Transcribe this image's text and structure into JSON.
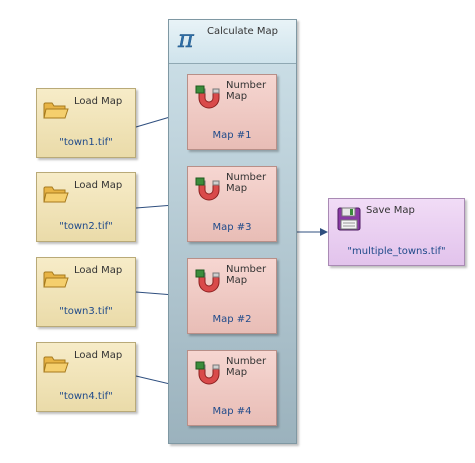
{
  "load_nodes": [
    {
      "title": "Load Map",
      "value": "\"town1.tif\""
    },
    {
      "title": "Load Map",
      "value": "\"town2.tif\""
    },
    {
      "title": "Load Map",
      "value": "\"town3.tif\""
    },
    {
      "title": "Load Map",
      "value": "\"town4.tif\""
    }
  ],
  "calculate": {
    "title": "Calculate Map",
    "icon": "pi-icon"
  },
  "number_nodes": [
    {
      "title": "Number Map",
      "value": "Map #1"
    },
    {
      "title": "Number Map",
      "value": "Map #3"
    },
    {
      "title": "Number Map",
      "value": "Map #2"
    },
    {
      "title": "Number Map",
      "value": "Map #4"
    }
  ],
  "save": {
    "title": "Save Map",
    "value": "\"multiple_towns.tif\""
  },
  "colors": {
    "load_fill": "#eadba9",
    "calc_fill": "#9bb2bd",
    "number_fill": "#e8bdb6",
    "save_fill": "#e2c3ec",
    "edge": "#2f4f7f",
    "value_text": "#1f4a8a"
  },
  "edges": [
    {
      "from": "load-1",
      "to": "number-1"
    },
    {
      "from": "load-2",
      "to": "number-2"
    },
    {
      "from": "load-3",
      "to": "number-3"
    },
    {
      "from": "load-4",
      "to": "number-4"
    },
    {
      "from": "calculate",
      "to": "save"
    }
  ]
}
